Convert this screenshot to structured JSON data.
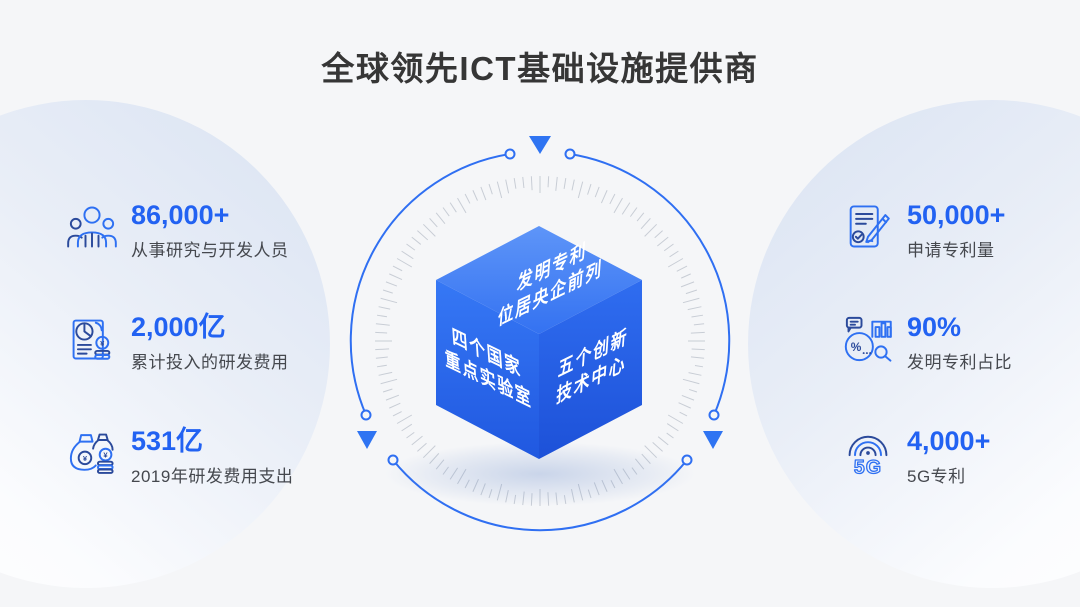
{
  "title": "全球领先ICT基础设施提供商",
  "colors": {
    "accent_blue": "#2262f2",
    "icon_bright_blue": "#2e70f2",
    "icon_navy": "#2b4a9b",
    "cube_blue": "#2f6ff0",
    "tick_gray": "#c8cdd5",
    "title_gray": "#363636"
  },
  "stats_left": [
    {
      "icon": "rd-team-icon",
      "value": "86,000+",
      "label": "从事研究与开发人员"
    },
    {
      "icon": "rd-investment-icon",
      "value": "2,000亿",
      "label": "累计投入的研发费用"
    },
    {
      "icon": "rd-expense-icon",
      "value": "531亿",
      "label": "2019年研发费用支出"
    }
  ],
  "stats_right": [
    {
      "icon": "patent-application-icon",
      "value": "50,000+",
      "label": "申请专利量"
    },
    {
      "icon": "invention-patent-ratio-icon",
      "value": "90%",
      "label": "发明专利占比"
    },
    {
      "icon": "5g-patent-icon",
      "value": "4,000+",
      "label": "5G专利"
    }
  ],
  "cube": {
    "top_line1": "发明专利",
    "top_line2": "位居央企前列",
    "left_line1": "四个国家",
    "left_line2": "重点实验室",
    "right_line1": "五个创新",
    "right_line2": "技术中心"
  },
  "decor": {
    "arrow_icon": "▼",
    "ring": "dashed-tick-dial-with-blue-arcs"
  }
}
